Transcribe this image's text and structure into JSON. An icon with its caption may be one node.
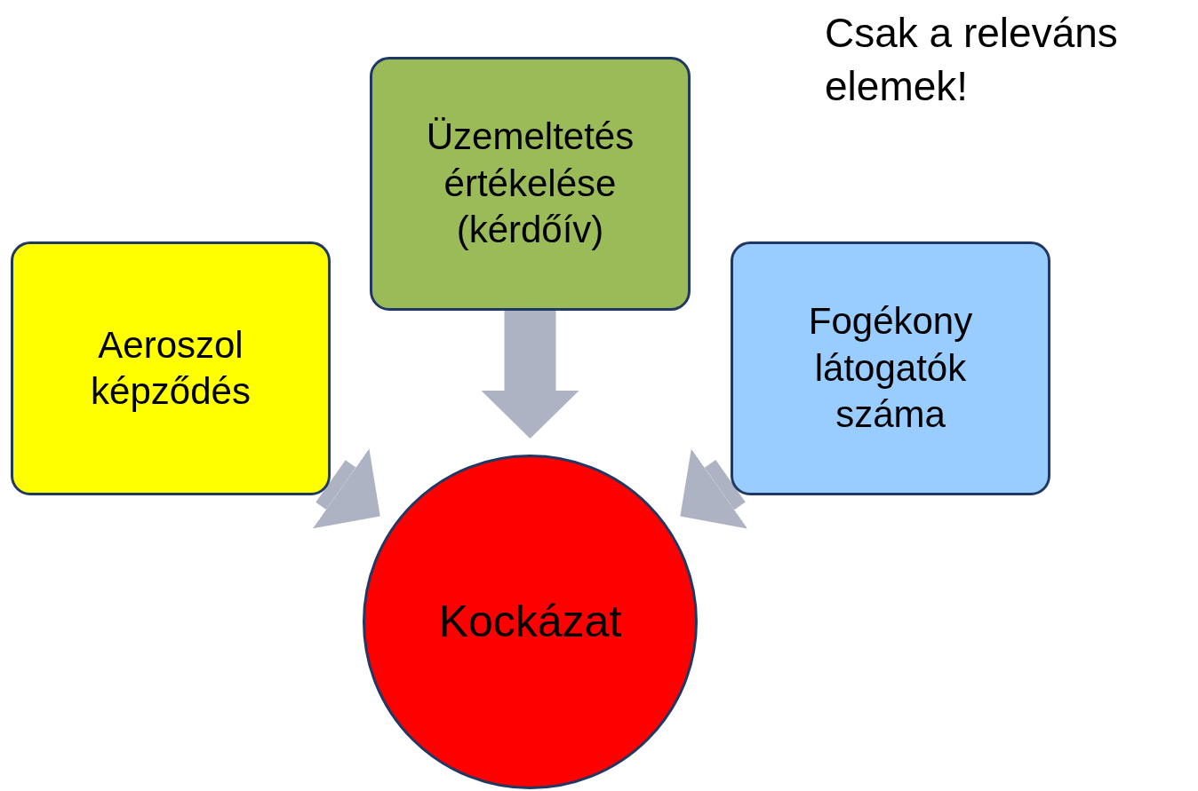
{
  "diagram": {
    "nodes": [
      {
        "text": [
          "Aeroszol képződés"
        ]
      },
      {
        "text": [
          "Üzemeltetés értékelése (kérdőív)"
        ]
      },
      {
        "text": [
          "Fogékony látogatók száma"
        ]
      },
      {
        "text": [
          "Kockázat"
        ]
      }
    ],
    "edges": [
      {
        "from": 0,
        "to": 3,
        "arrow": "to"
      },
      {
        "from": 1,
        "to": 3,
        "arrow": "to"
      },
      {
        "from": 2,
        "to": 3,
        "arrow": "to"
      }
    ],
    "labels": [
      "Csak a releváns elemek!"
    ]
  }
}
